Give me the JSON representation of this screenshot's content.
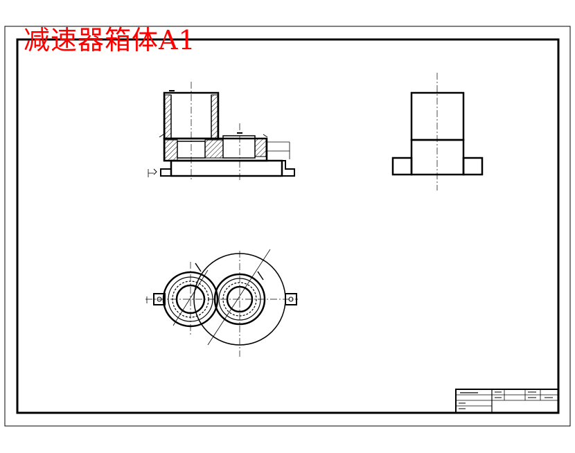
{
  "drawing": {
    "title": "减速器箱体A1",
    "title_color": "#ff0000",
    "line_color": "#000000",
    "background": "#ffffff"
  },
  "views": [
    "front-section-view",
    "side-view",
    "top-view"
  ],
  "title_block": {
    "cells": [
      "",
      "",
      "",
      "",
      "",
      "",
      "",
      "",
      ""
    ]
  }
}
